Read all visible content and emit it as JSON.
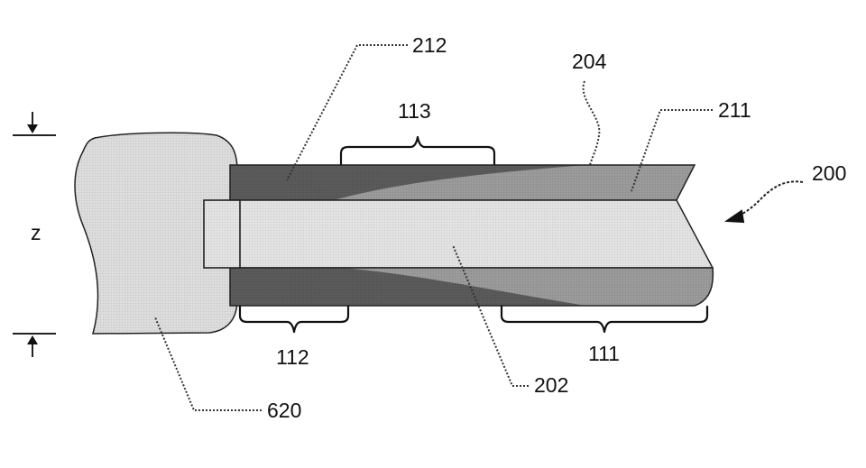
{
  "labels": {
    "ref_212": "212",
    "ref_204": "204",
    "ref_113": "113",
    "ref_211": "211",
    "ref_200": "200",
    "ref_z": "z",
    "ref_112": "112",
    "ref_111": "111",
    "ref_202": "202",
    "ref_620": "620"
  },
  "colors": {
    "block": "#dcdcdc",
    "core": "#e2e2e2",
    "light_sheath": "#9a9a9a",
    "dark_sheath": "#5a5a5a",
    "outline": "#222222"
  }
}
